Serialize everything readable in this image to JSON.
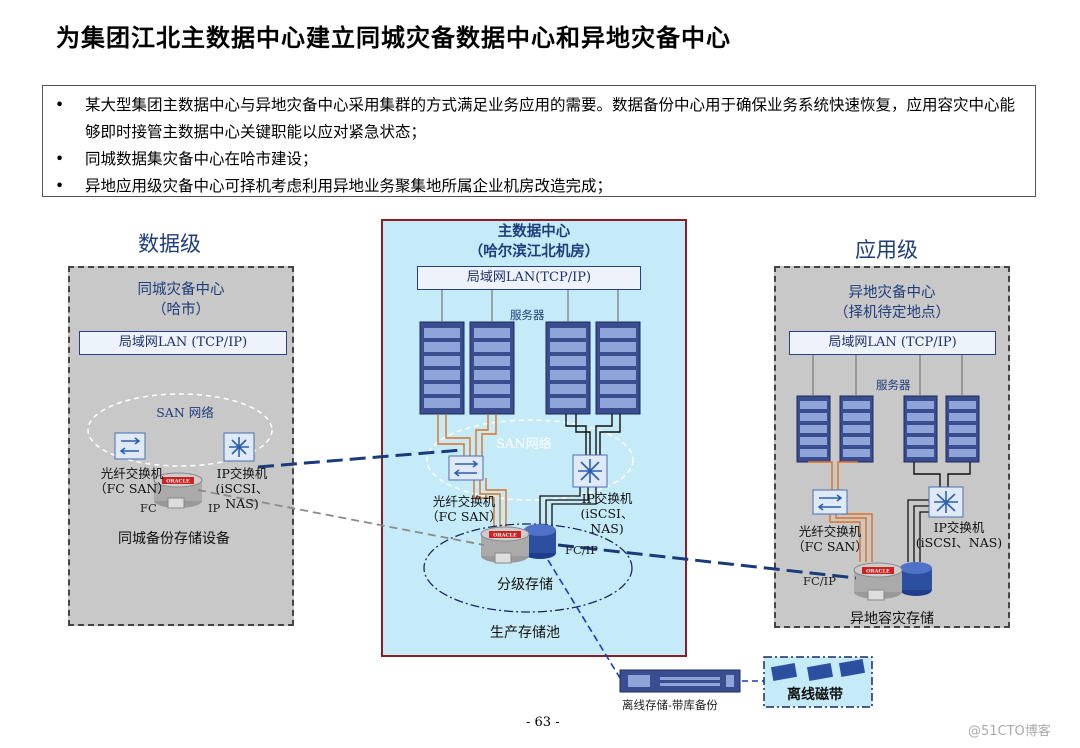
{
  "title": "为集团江北主数据中心建立同城灾备数据中心和异地灾备中心",
  "bullets": [
    "某大型集团主数据中心与异地灾备中心采用集群的方式满足业务应用的需要。数据备份中心用于确保业务系统快速恢复，应用容灾中心能够即时接管主数据中心关键职能以应对紧急状态；",
    "同城数据集灾备中心在哈市建设；",
    "异地应用级灾备中心可择机考虑利用异地业务聚集地所属企业机房改造完成；"
  ],
  "bullet_mark": "•",
  "left_zone": {
    "label": "数据级",
    "site_title_1": "同城灾备中心",
    "site_title_2": "（哈市）",
    "lan": "局域网LAN (TCP/IP)",
    "san": "SAN 网络",
    "fc_switch": "光纤交换机",
    "fc_switch_2": "（FC SAN）",
    "ip_switch": "IP交换机",
    "ip_switch_2": "(iSCSI、NAS)",
    "fc": "FC",
    "ip": "IP",
    "storage": "同城备份存储设备"
  },
  "center_zone": {
    "title_1": "主数据中心",
    "title_2": "（哈尔滨江北机房）",
    "lan": "局域网LAN(TCP/IP)",
    "servers": "服务器",
    "san": "SAN网络",
    "fc_switch": "光纤交换机",
    "fc_switch_2": "（FC SAN）",
    "ip_switch": "IP交换机",
    "ip_switch_2": "(iSCSI、NAS)",
    "fcip": "FC/IP",
    "tiered": "分级存储",
    "pool": "生产存储池"
  },
  "right_zone": {
    "label": "应用级",
    "site_title_1": "异地灾备中心",
    "site_title_2": "（择机待定地点）",
    "lan": "局域网LAN (TCP/IP)",
    "servers": "服务器",
    "fc_switch": "光纤交换机",
    "fc_switch_2": "（FC SAN）",
    "ip_switch": "IP交换机",
    "ip_switch_2": "(iSCSI、NAS)",
    "fcip": "FC/IP",
    "storage": "异地容灾存储"
  },
  "offline": {
    "library": "离线存储-带库备份",
    "tape": "离线磁带"
  },
  "oracle_label": "ORACLE",
  "page_number": "- 63 -",
  "watermark": "@51CTO博客",
  "colors": {
    "site_bg": "#c8c8c8",
    "hq_bg": "#c6ebf8",
    "hq_border": "#8b1e24",
    "link_dark": "#1a3a7a",
    "fc_line": "#e07020",
    "server_blue": "#3a4d8f"
  }
}
